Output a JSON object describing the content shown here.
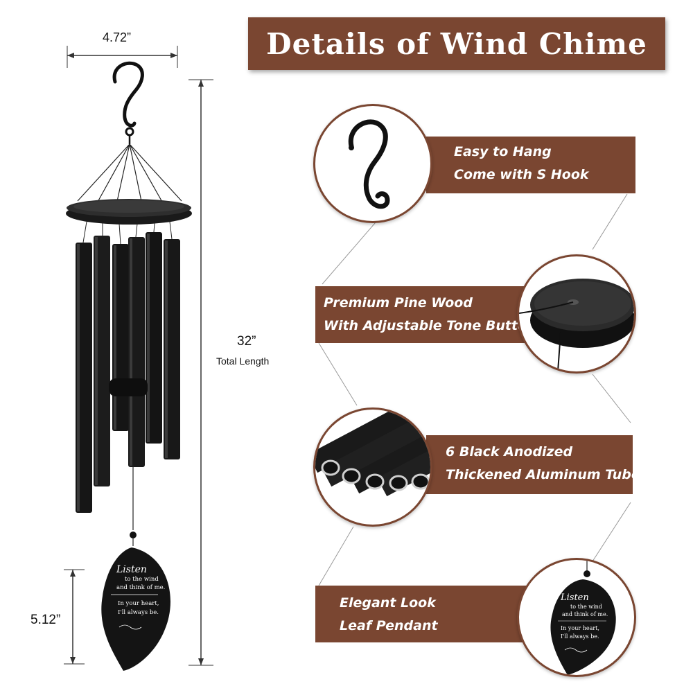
{
  "title": "Details of  Wind Chime",
  "dimensions": {
    "width": "4.72”",
    "total_length": "32”",
    "total_length_label": "Total Length",
    "pendant_length": "5.12”"
  },
  "features": [
    {
      "icon": "s-hook-icon",
      "lines": [
        "Easy to Hang",
        "Come with S Hook"
      ]
    },
    {
      "icon": "wood-disc-icon",
      "lines": [
        "Premium Pine Wood",
        "With Adjustable Tone Button"
      ]
    },
    {
      "icon": "tubes-icon",
      "lines": [
        "6 Black Anodized",
        "Thickened Aluminum Tubes"
      ]
    },
    {
      "icon": "leaf-pendant-icon",
      "lines": [
        "Elegant  Look",
        "Leaf Pendant"
      ]
    }
  ],
  "pendant_engraving": {
    "script_word": "Listen",
    "line1": "to the wind",
    "line2": "and think of me.",
    "line3": "In your heart,",
    "line4": "I'll always be."
  },
  "colors": {
    "accent_brown": "#7a4631",
    "chime_black": "#111111"
  }
}
